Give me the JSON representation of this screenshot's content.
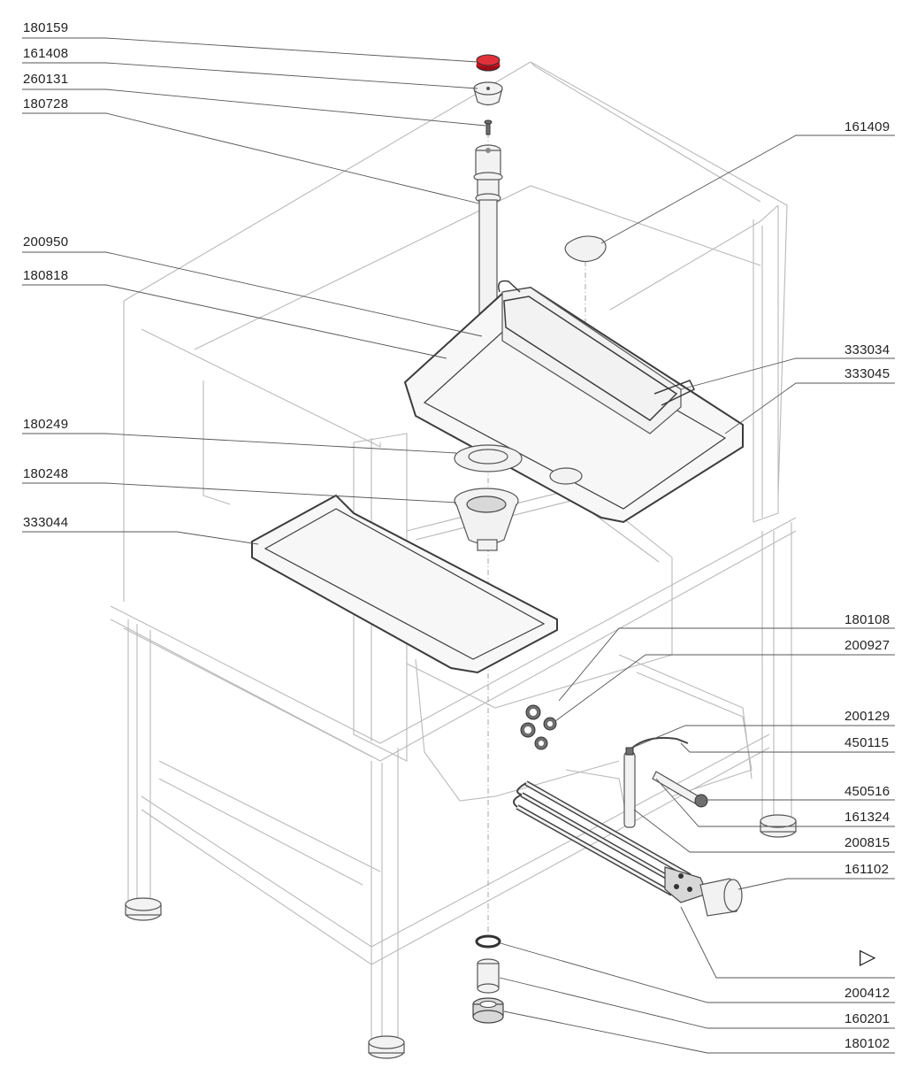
{
  "diagram": {
    "labels_left": [
      "180159",
      "161408",
      "260131",
      "180728",
      "200950",
      "180818",
      "180249",
      "180248",
      "333044"
    ],
    "labels_right": [
      "161409",
      "333034",
      "333045",
      "180108",
      "200927",
      "200129",
      "450115",
      "450516",
      "161324",
      "200815",
      "161102",
      "200412",
      "160201",
      "180102"
    ],
    "symbol": "▷",
    "colors": {
      "accent_cap": "#d01020",
      "frame_line": "#b9b9b9",
      "part_line": "#444444",
      "leader_line": "#555555"
    }
  }
}
